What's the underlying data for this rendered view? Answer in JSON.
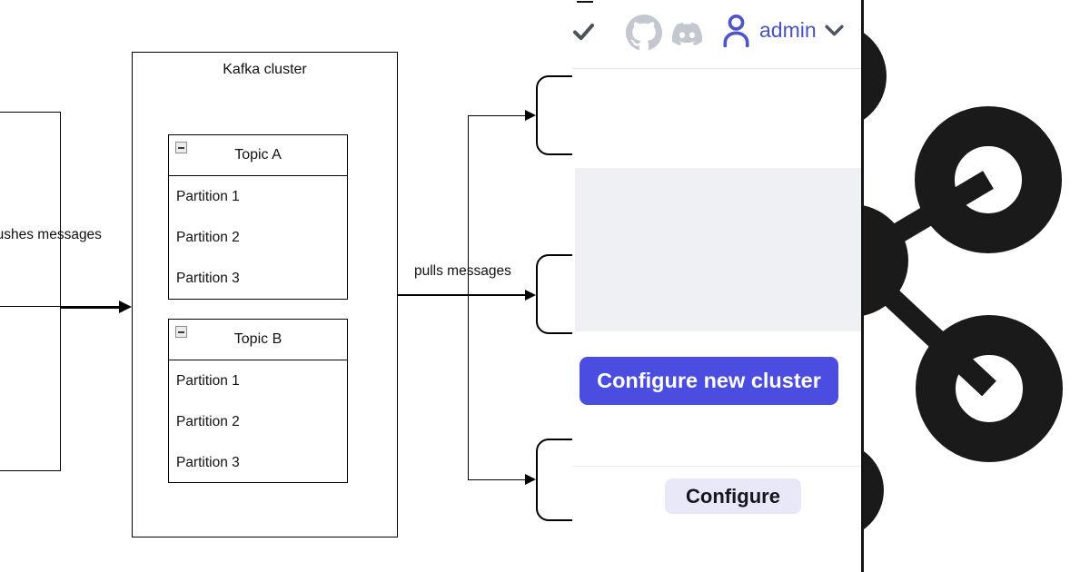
{
  "diagram": {
    "cluster_title": "Kafka cluster",
    "push_label": "pushes messages",
    "pull_label": "pulls messages",
    "topics": [
      {
        "name": "Topic A",
        "partitions": [
          "Partition 1",
          "Partition 2",
          "Partition 3"
        ]
      },
      {
        "name": "Topic B",
        "partitions": [
          "Partition 1",
          "Partition 2",
          "Partition 3"
        ]
      }
    ]
  },
  "panel": {
    "topbar": {
      "username": "admin",
      "icons": [
        "check-icon",
        "github-icon",
        "discord-icon",
        "user-icon",
        "chevron-down-icon"
      ]
    },
    "primary_button_label": "Configure new cluster",
    "secondary_button_label": "Configure",
    "colors": {
      "primary_button_bg": "#4a4de0",
      "primary_button_text": "#ffffff",
      "secondary_button_bg": "#e8e8f8",
      "secondary_button_text": "#16161f",
      "accent": "#4753c5",
      "muted_icon": "#c3c8d0",
      "content_block": "#eef0f3"
    }
  },
  "logo": {
    "name": "apache-kafka-logo",
    "color": "#1a1a1a"
  }
}
